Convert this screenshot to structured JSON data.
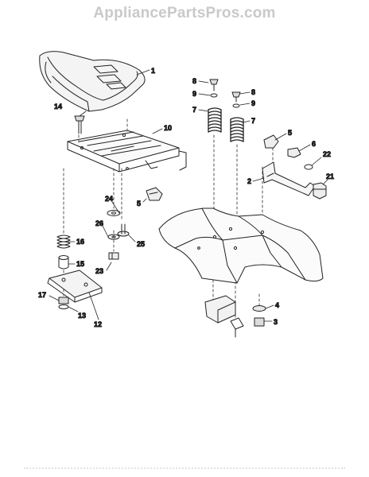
{
  "watermark": "AppliancePartsPros.com",
  "callouts": [
    {
      "id": "c1",
      "text": "1"
    },
    {
      "id": "c2",
      "text": "2"
    },
    {
      "id": "c3",
      "text": "3"
    },
    {
      "id": "c4",
      "text": "4"
    },
    {
      "id": "c5a",
      "text": "5"
    },
    {
      "id": "c5b",
      "text": "5"
    },
    {
      "id": "c6",
      "text": "6"
    },
    {
      "id": "c7a",
      "text": "7"
    },
    {
      "id": "c7b",
      "text": "7"
    },
    {
      "id": "c8a",
      "text": "8"
    },
    {
      "id": "c8b",
      "text": "8"
    },
    {
      "id": "c9a",
      "text": "9"
    },
    {
      "id": "c9b",
      "text": "9"
    },
    {
      "id": "c10",
      "text": "10"
    },
    {
      "id": "c12",
      "text": "12"
    },
    {
      "id": "c13",
      "text": "13"
    },
    {
      "id": "c14",
      "text": "14"
    },
    {
      "id": "c15",
      "text": "15"
    },
    {
      "id": "c16",
      "text": "16"
    },
    {
      "id": "c17",
      "text": "17"
    },
    {
      "id": "c21",
      "text": "21"
    },
    {
      "id": "c22",
      "text": "22"
    },
    {
      "id": "c23",
      "text": "23"
    },
    {
      "id": "c24",
      "text": "24"
    },
    {
      "id": "c25",
      "text": "25"
    },
    {
      "id": "c26",
      "text": "26"
    }
  ]
}
